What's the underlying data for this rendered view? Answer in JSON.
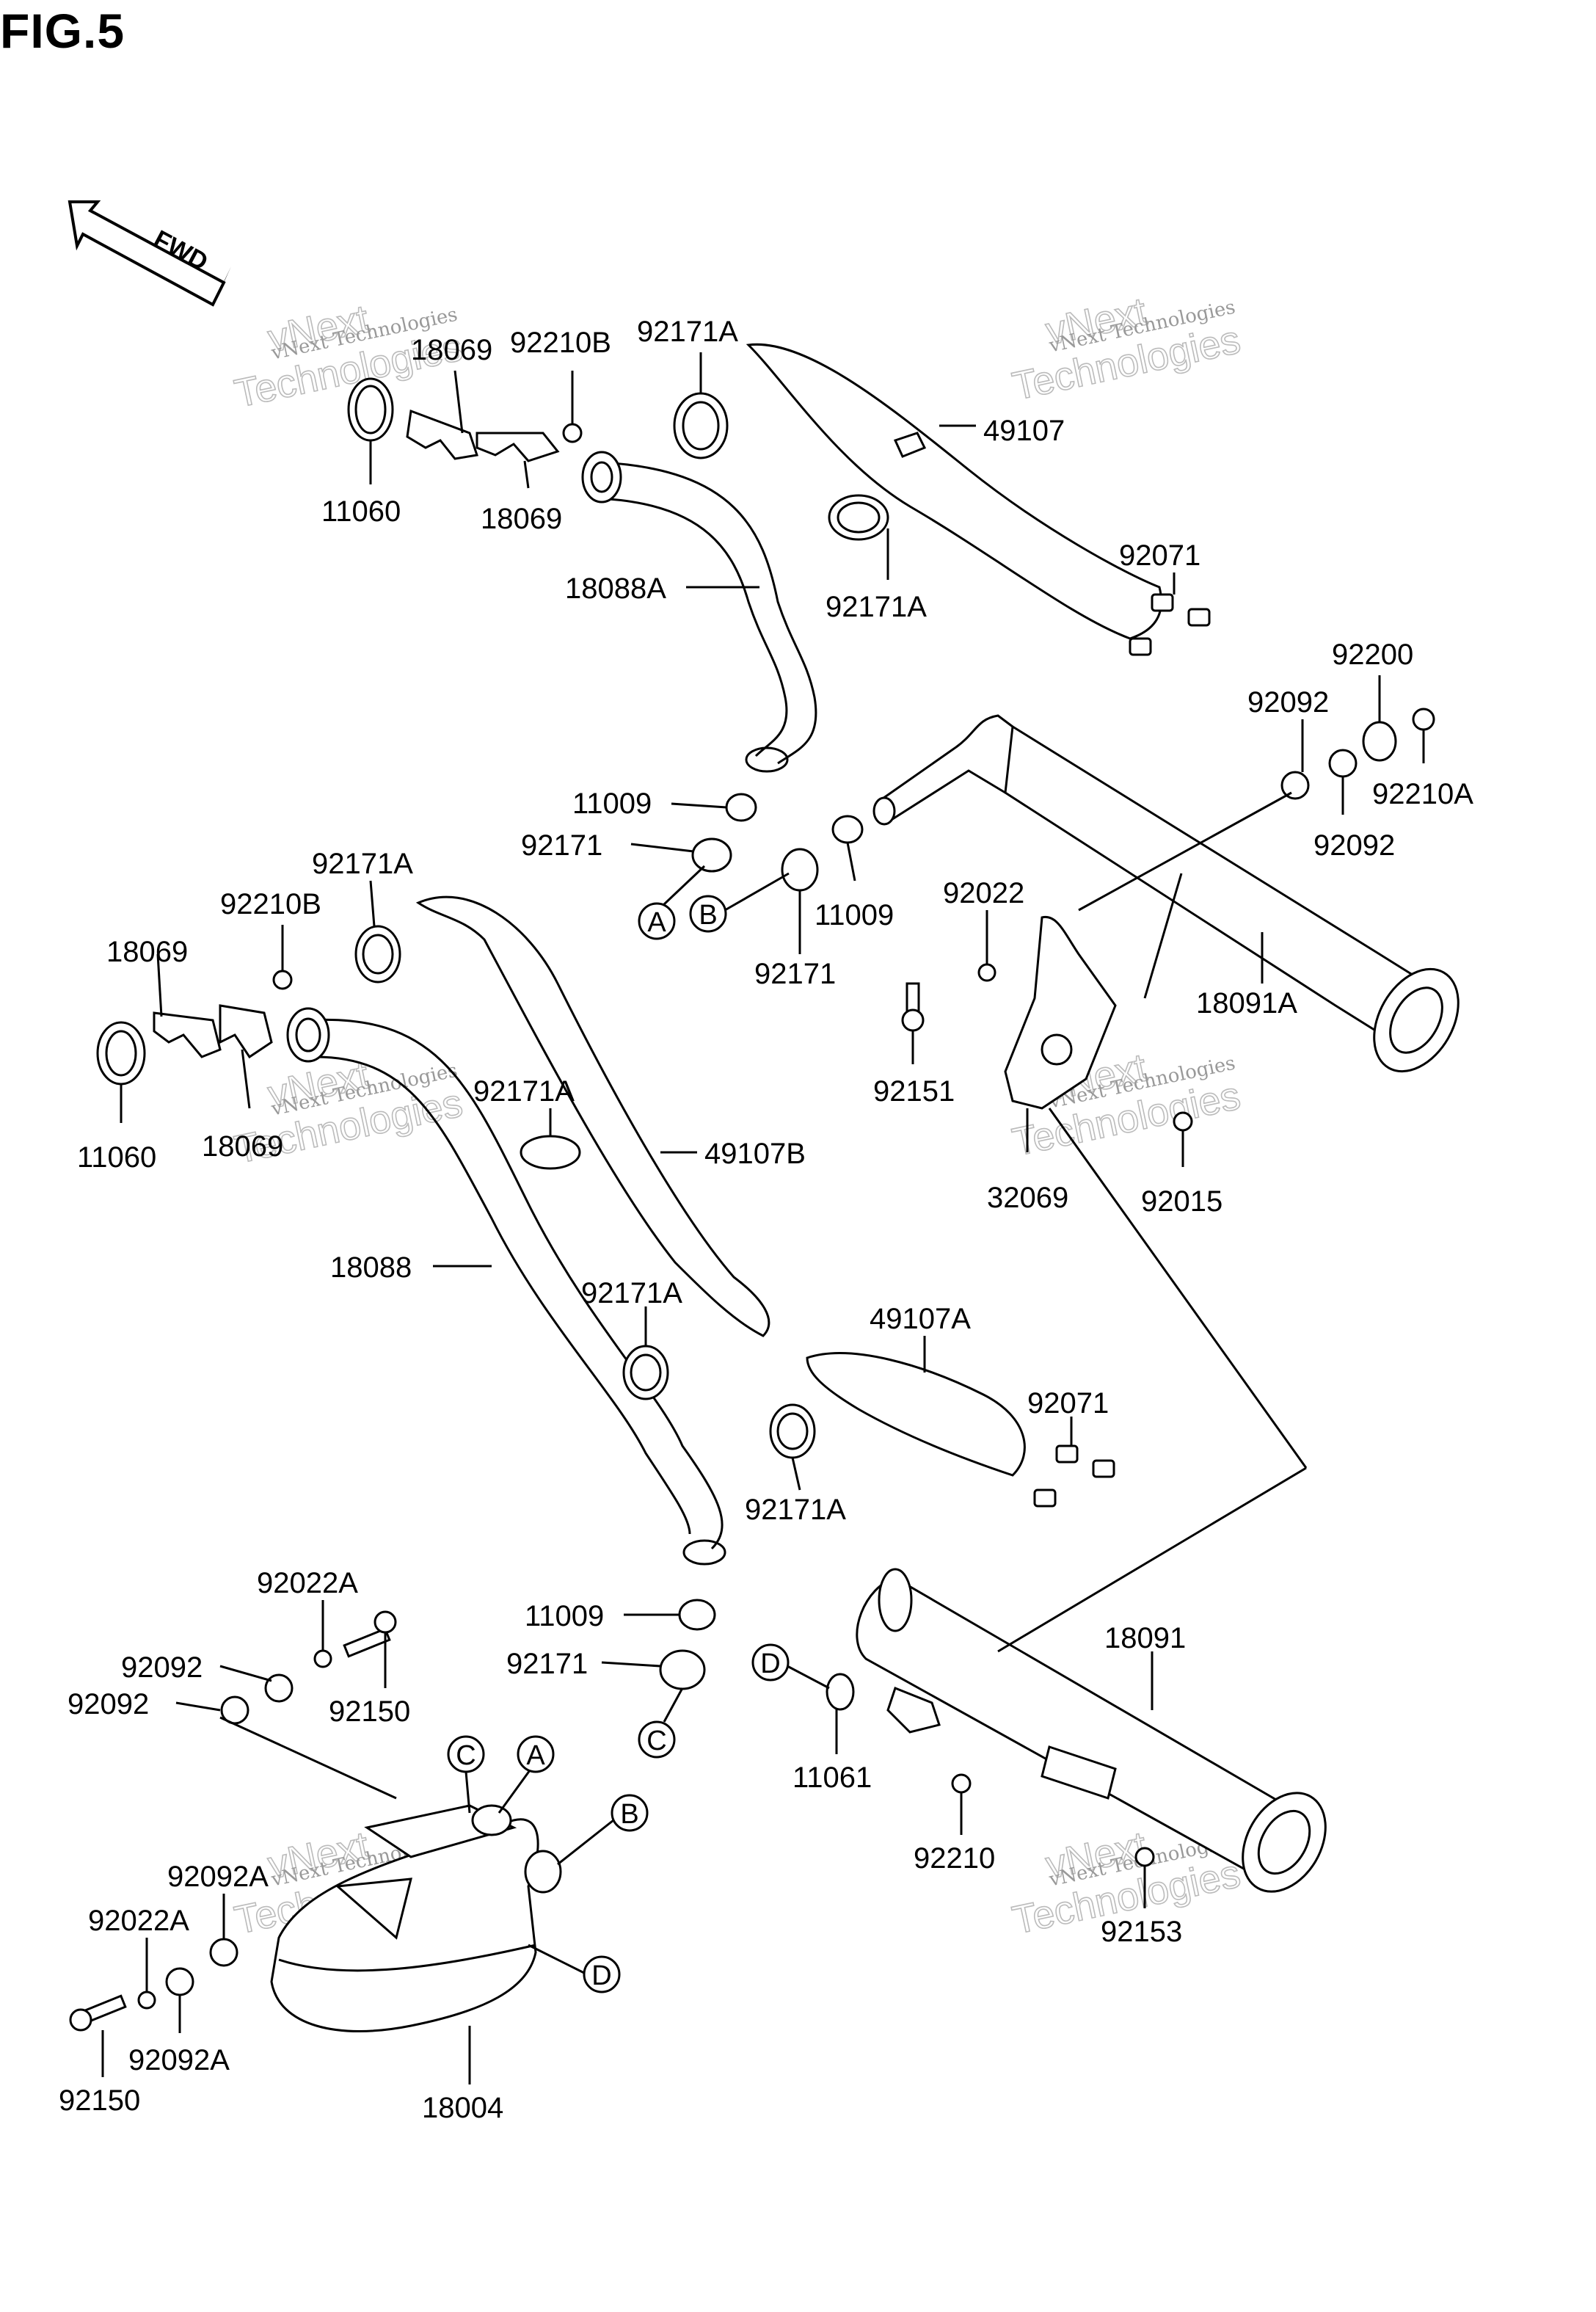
{
  "figure": {
    "title": "FIG.5",
    "fwd_label": "FWD"
  },
  "watermarks": [
    {
      "line1": "vNext Technologies",
      "line2": "vNext",
      "line3": "Technologies"
    },
    {
      "line1": "vNext Technologies",
      "line2": "vNext",
      "line3": "Technologies"
    },
    {
      "line1": "vNext Technologies",
      "line2": "vNext",
      "line3": "Technologies"
    },
    {
      "line1": "vNext Technologies",
      "line2": "vNext",
      "line3": "Technologies"
    },
    {
      "line1": "vNext Technologies",
      "line2": "vNext",
      "line3": "Technologies"
    },
    {
      "line1": "vNext Technologies",
      "line2": "vNext",
      "line3": "Technologies"
    }
  ],
  "parts": {
    "p18069_a": "18069",
    "p92210b_a": "92210B",
    "p92171a_a": "92171A",
    "p11060_a": "11060",
    "p18069_b": "18069",
    "p18088a": "18088A",
    "p49107": "49107",
    "p92171a_b": "92171A",
    "p92071_a": "92071",
    "p92200": "92200",
    "p92092_a": "92092",
    "p92210a": "92210A",
    "p92092_b": "92092",
    "p11009_a": "11009",
    "p92171_a": "92171",
    "p11009_b": "11009",
    "p92171_b": "92171",
    "p92022": "92022",
    "p92151": "92151",
    "p18091a": "18091A",
    "p32069": "32069",
    "p92015": "92015",
    "p92171a_c": "92171A",
    "p92210b_b": "92210B",
    "p18069_c": "18069",
    "p11060_b": "11060",
    "p18069_d": "18069",
    "p92171a_d": "92171A",
    "p49107b": "49107B",
    "p18088": "18088",
    "p92171a_e": "92171A",
    "p49107a": "49107A",
    "p92071_b": "92071",
    "p92171a_f": "92171A",
    "p92022a_a": "92022A",
    "p92092_c": "92092",
    "p92150_a": "92150",
    "p92092_d": "92092",
    "p11009_c": "11009",
    "p92171_c": "92171",
    "p18091": "18091",
    "p11061": "11061",
    "p92210": "92210",
    "p92153": "92153",
    "p92092a_a": "92092A",
    "p92022a_b": "92022A",
    "p92092a_b": "92092A",
    "p92150_b": "92150",
    "p18004": "18004"
  },
  "refs": {
    "a1": "A",
    "b1": "B",
    "c1": "C",
    "d1": "D",
    "c2": "C",
    "a2": "A",
    "b2": "B",
    "d2": "D"
  }
}
